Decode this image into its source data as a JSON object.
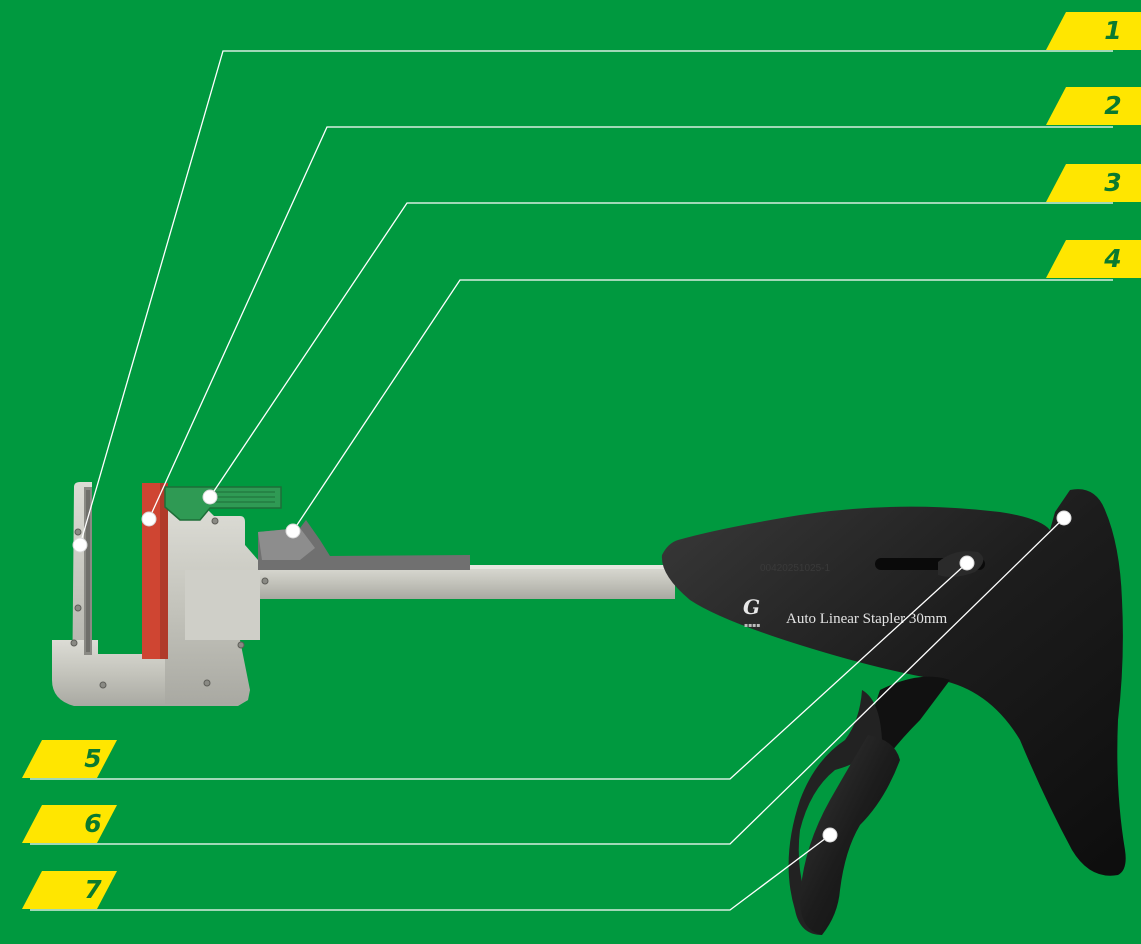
{
  "callouts": [
    {
      "number": "1"
    },
    {
      "number": "2"
    },
    {
      "number": "3"
    },
    {
      "number": "4"
    },
    {
      "number": "5"
    },
    {
      "number": "6"
    },
    {
      "number": "7"
    }
  ],
  "device": {
    "label": "Auto Linear Stapler 30mm",
    "serial": "00420251025-1"
  },
  "colors": {
    "background": "#00993f",
    "badge": "#ffe600",
    "badge_text": "#0a7a2f",
    "leader": "#ffffff",
    "metal": "#c9c9c2",
    "handle": "#1b1b1b",
    "cartridge": "#cf4532",
    "lever": "#2f9a54"
  }
}
